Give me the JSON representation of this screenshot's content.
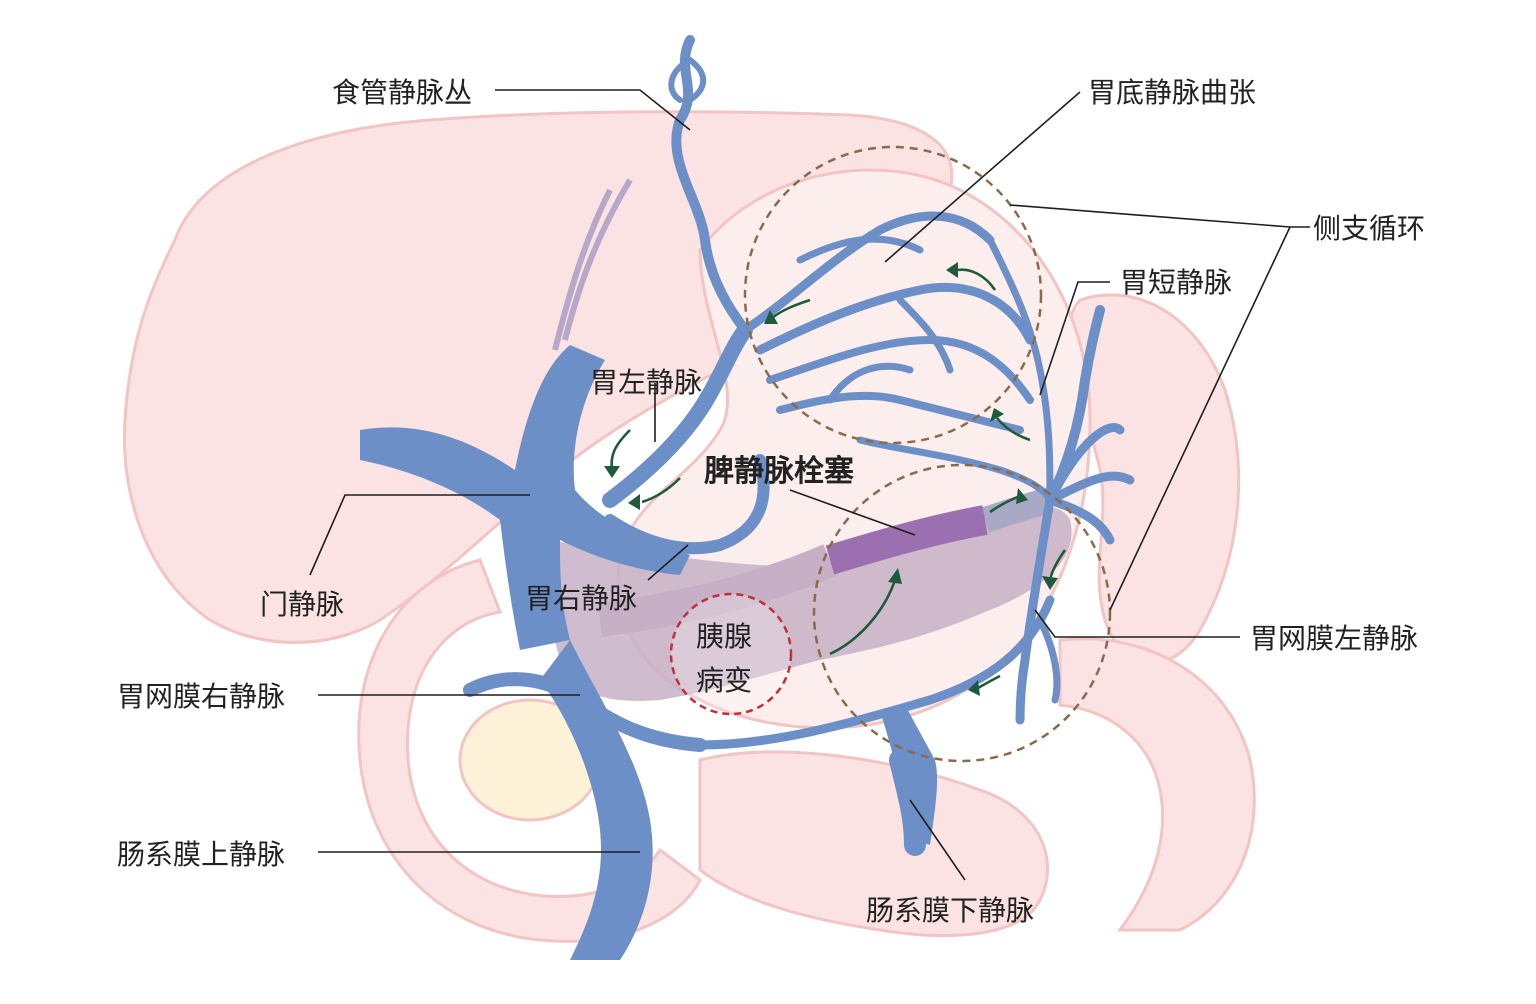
{
  "labels": {
    "esophageal_plexus": "食管静脉丛",
    "gastric_fundus_varices": "胃底静脉曲张",
    "collateral_circulation": "侧支循环",
    "short_gastric_vein": "胃短静脉",
    "left_gastric_vein": "胃左静脉",
    "splenic_vein_thrombosis": "脾静脉栓塞",
    "portal_vein": "门静脉",
    "right_gastric_vein": "胃右静脉",
    "pancreatic_lesion_line1": "胰腺",
    "pancreatic_lesion_line2": "病变",
    "left_gastroepiploic_vein": "胃网膜左静脉",
    "right_gastroepiploic_vein": "胃网膜右静脉",
    "superior_mesenteric_vein": "肠系膜上静脉",
    "inferior_mesenteric_vein": "肠系膜下静脉"
  },
  "colors": {
    "vein": "#6b8fc6",
    "thrombus": "#9b6fb0",
    "organ_fill": "#fbe3e3",
    "organ_stroke": "#f2c4c4",
    "pancreas_shadow": "#c7b0c6",
    "arrow": "#1f5a3c",
    "varices_circle": "#8a6a4a",
    "lesion_circle": "#c0303a"
  }
}
